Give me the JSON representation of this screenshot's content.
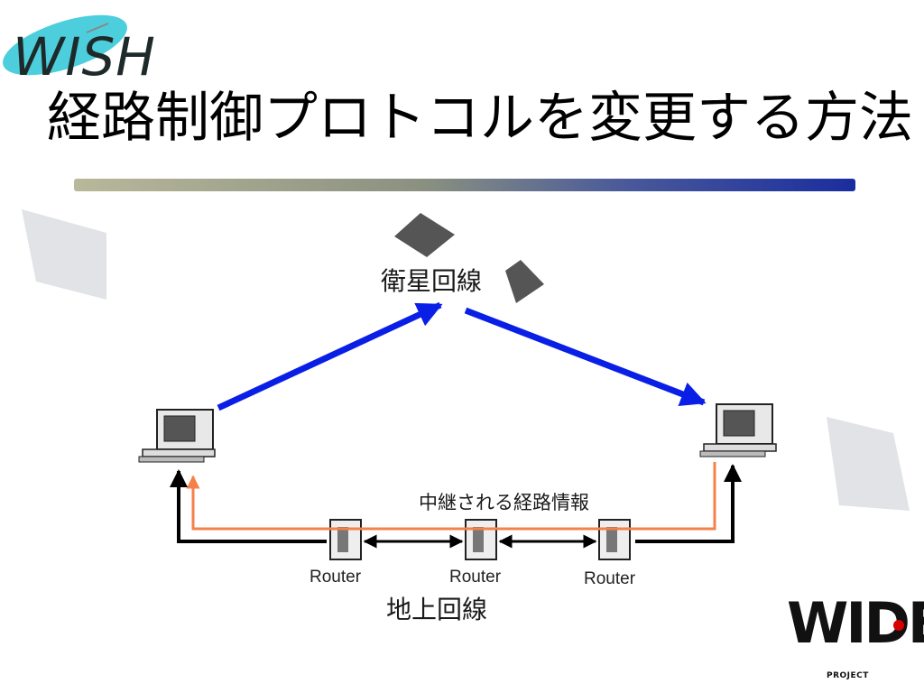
{
  "slide": {
    "logo": "WISH",
    "title": "経路制御プロトコルを変更する方法"
  },
  "diagram": {
    "satellite_label": "衛星回線",
    "ground_label": "地上回線",
    "route_info_label": "中継される経路情報",
    "routers": [
      "Router",
      "Router",
      "Router"
    ]
  },
  "footer_logo": {
    "text": "WIDE",
    "sub": "PROJECT"
  },
  "colors": {
    "satellite_arrow": "#0a1fe6",
    "route_info_line": "#f5804a",
    "ground_arrow": "#000000",
    "title_bar_end": "#1a2d9e"
  }
}
